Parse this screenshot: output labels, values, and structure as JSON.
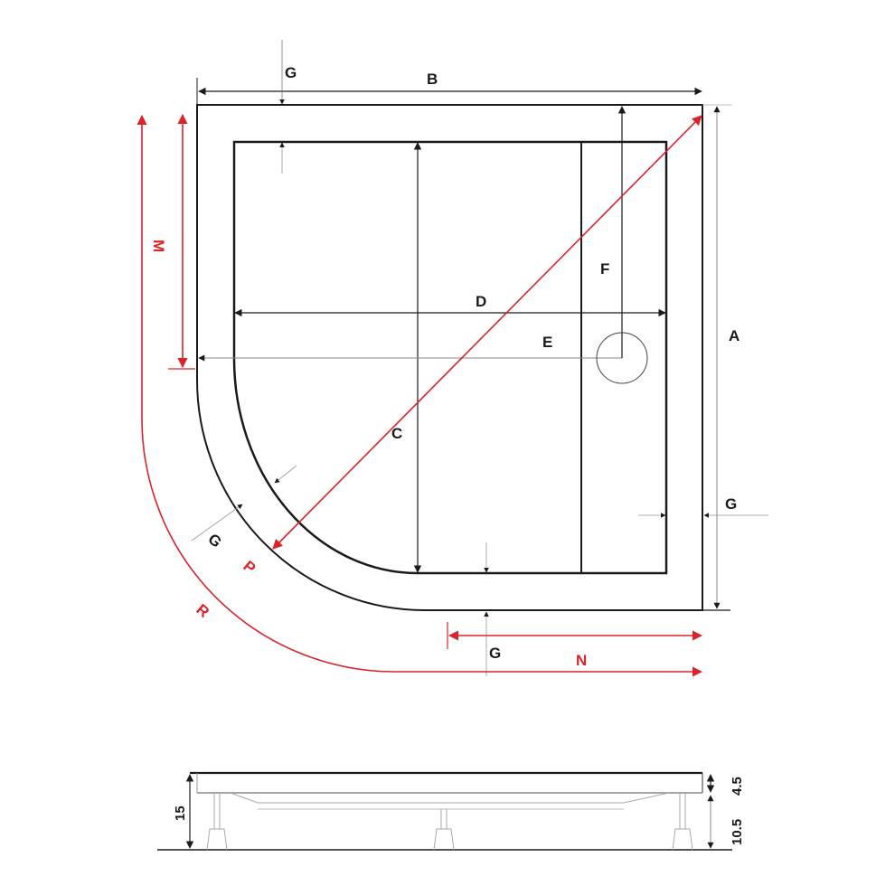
{
  "drawing": {
    "title": "Quadrant shower tray dimension drawing",
    "colors": {
      "line": "#1a1a1a",
      "dimension_red": "#d9242b",
      "thin": "#8a8a8a",
      "background": "#ffffff"
    },
    "plan_view": {
      "labels": {
        "A": "A",
        "B": "B",
        "C": "C",
        "D": "D",
        "E": "E",
        "F": "F",
        "G_top": "G",
        "G_right": "G",
        "G_bottom": "G",
        "G_curve": "G",
        "M": "M",
        "N": "N",
        "P": "P",
        "R": "R"
      }
    },
    "side_view": {
      "total_height": "15",
      "top_height": "4.5",
      "leg_height": "10.5"
    }
  }
}
